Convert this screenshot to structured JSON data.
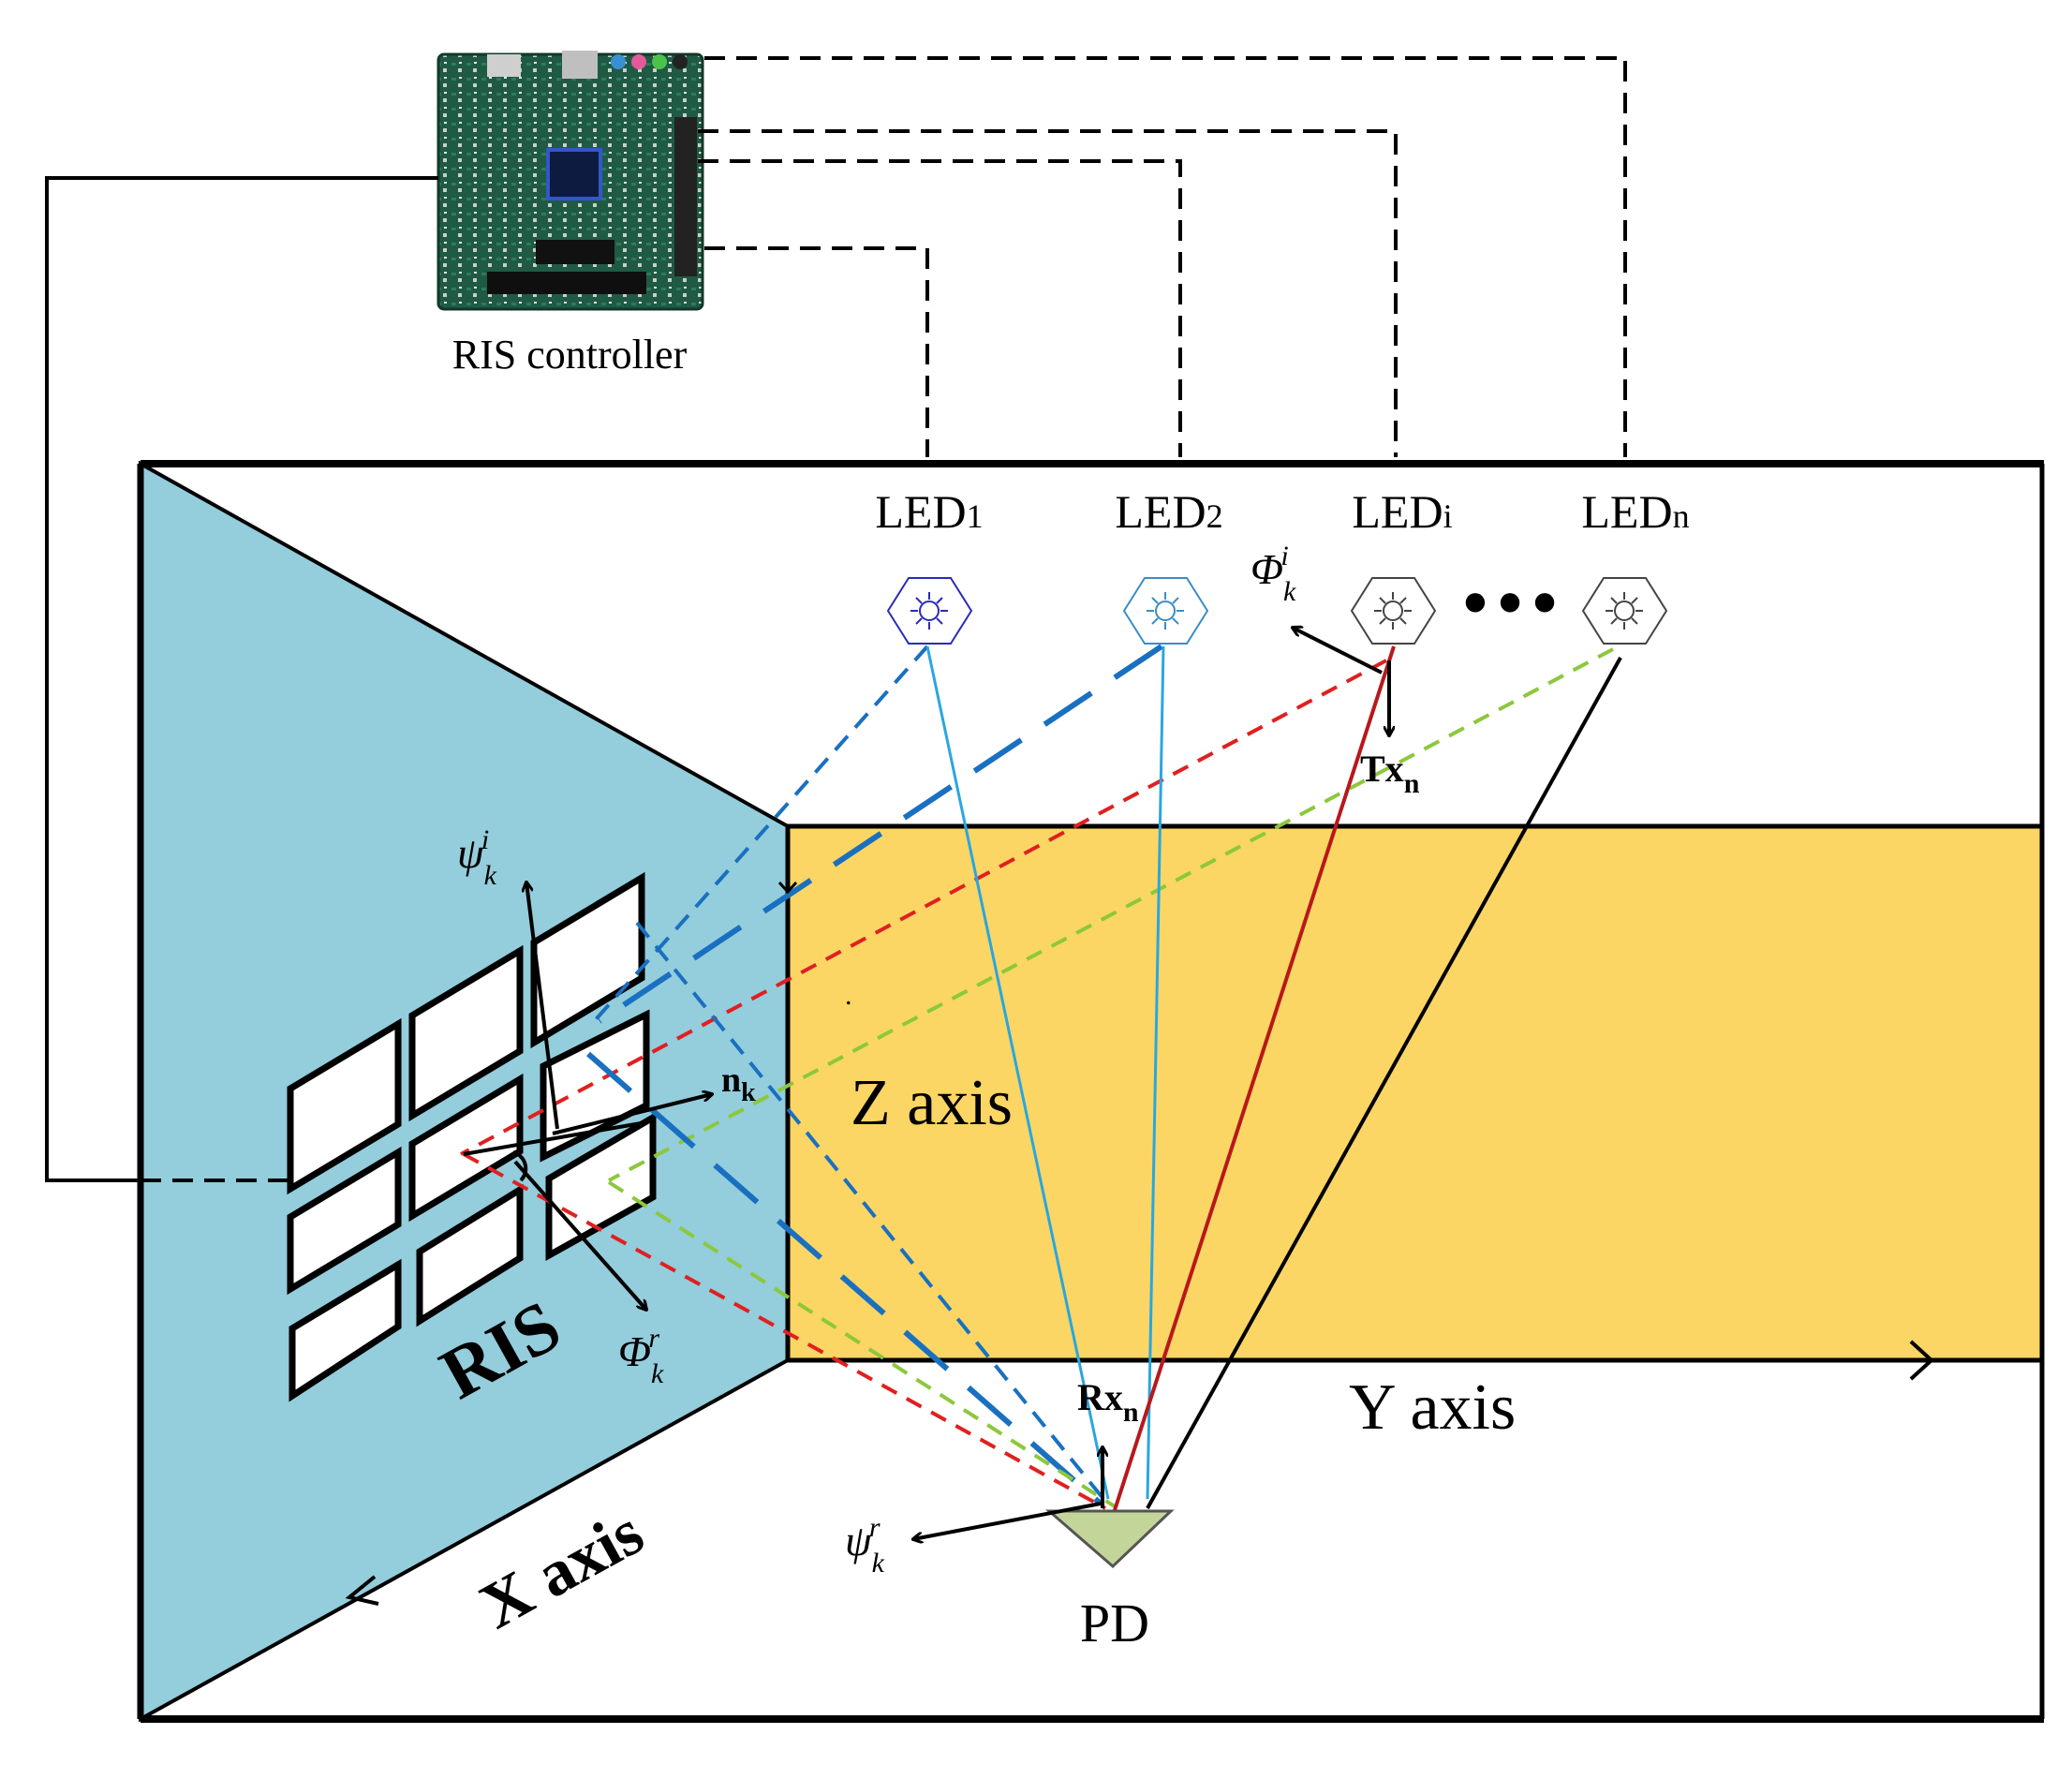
{
  "controller": {
    "label": "RIS controller"
  },
  "leds": [
    {
      "base": "LED",
      "sub": "1",
      "color": "#2b2bb8"
    },
    {
      "base": "LED",
      "sub": "2",
      "color": "#3a8ec4"
    },
    {
      "base": "LED",
      "sub": "i",
      "color": "#444444"
    },
    {
      "base": "LED",
      "sub": "n",
      "color": "#444444"
    }
  ],
  "ellipsis": "•••",
  "ris": {
    "label": "RIS"
  },
  "receiver": {
    "label": "PD"
  },
  "axes": {
    "x": "X axis",
    "y": "Y axis",
    "z": "Z axis"
  },
  "symbols": {
    "phi": "Φ",
    "psi": "ψ",
    "k": "k",
    "i": "i",
    "r": "r",
    "n_k": "n",
    "n_k_sub": "k",
    "tx": "Tx",
    "tx_sub": "n",
    "rx": "Rx",
    "rx_sub": "n"
  },
  "dot": ".",
  "colors": {
    "ris_wall": "#94cddc",
    "floor_band": "#fbd664",
    "ray_blue_light": "#2aa6e0",
    "ray_blue_dark": "#1a70c0",
    "ray_red": "#e02020",
    "ray_dark_red": "#b8181c",
    "ray_green": "#8cc83c",
    "pd_fill": "#c4d59a"
  }
}
